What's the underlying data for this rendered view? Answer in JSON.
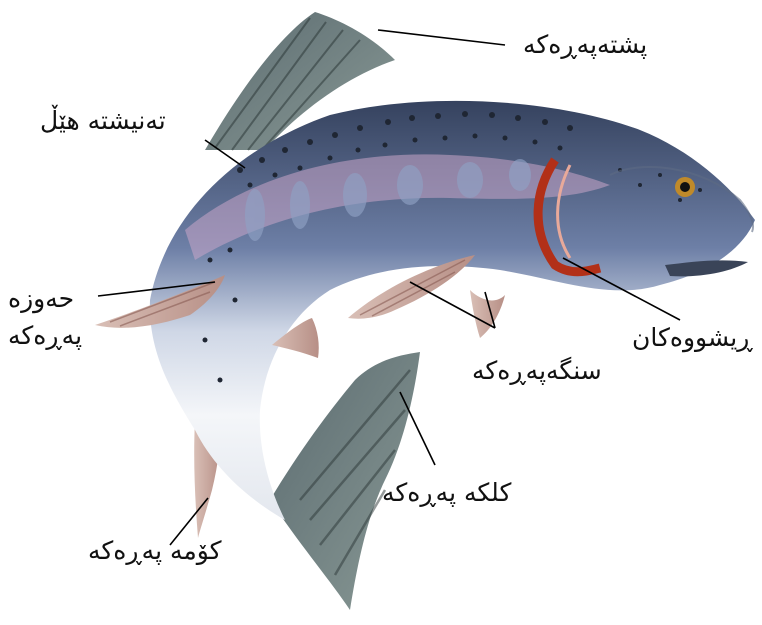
{
  "diagram": {
    "labels": {
      "dorsal_fin": "پشتەپەڕەکە",
      "lateral_line": "تەنیشتە هێڵ",
      "pectoral_fin_line1": "حەوزە",
      "pectoral_fin_line2": "پەڕەکە",
      "gills": "ڕیشووەکان",
      "pelvic_fins": "سنگەپەڕەکە",
      "caudal_fin": "کلکە پەڕەکە",
      "anal_fin": "کۆمە پەڕەکە"
    },
    "colors": {
      "back": "#3f4f6e",
      "belly": "#f2f4f7",
      "stripe": "#c9a6c8",
      "gill": "#b23018",
      "fin": "#c7a59a",
      "fin_dark": "#4b5a58",
      "line": "#000000"
    }
  }
}
